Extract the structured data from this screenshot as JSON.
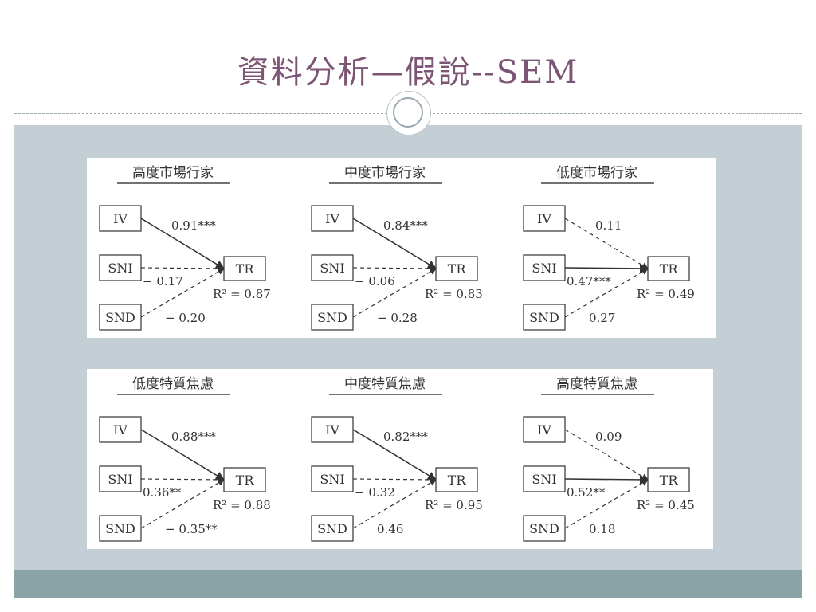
{
  "slide": {
    "title": "資料分析—假說--SEM"
  },
  "panels": [
    {
      "diagrams": [
        {
          "heading": "高度市場行家",
          "r2": "R² = 0.87",
          "paths": {
            "iv": {
              "label": "0.91***",
              "significant": true
            },
            "sni": {
              "label": "− 0.17",
              "significant": false
            },
            "snd": {
              "label": "− 0.20",
              "significant": false
            }
          }
        },
        {
          "heading": "中度市場行家",
          "r2": "R² = 0.83",
          "paths": {
            "iv": {
              "label": "0.84***",
              "significant": true
            },
            "sni": {
              "label": "− 0.06",
              "significant": false
            },
            "snd": {
              "label": "− 0.28",
              "significant": false
            }
          }
        },
        {
          "heading": "低度市場行家",
          "r2": "R² = 0.49",
          "paths": {
            "iv": {
              "label": "0.11",
              "significant": false
            },
            "sni": {
              "label": "0.47***",
              "significant": true
            },
            "snd": {
              "label": "0.27",
              "significant": false
            }
          }
        }
      ]
    },
    {
      "diagrams": [
        {
          "heading": "低度特質焦慮",
          "r2": "R² = 0.88",
          "paths": {
            "iv": {
              "label": "0.88***",
              "significant": true
            },
            "sni": {
              "label": "0.36**",
              "significant": false
            },
            "snd": {
              "label": "− 0.35**",
              "significant": false
            }
          }
        },
        {
          "heading": "中度特質焦慮",
          "r2": "R² = 0.95",
          "paths": {
            "iv": {
              "label": "0.82***",
              "significant": true
            },
            "sni": {
              "label": "− 0.32",
              "significant": false
            },
            "snd": {
              "label": "0.46",
              "significant": false
            }
          }
        },
        {
          "heading": "高度特質焦慮",
          "r2": "R² = 0.45",
          "paths": {
            "iv": {
              "label": "0.09",
              "significant": false
            },
            "sni": {
              "label": "0.52**",
              "significant": true
            },
            "snd": {
              "label": "0.18",
              "significant": false
            }
          }
        }
      ]
    }
  ],
  "nodes": {
    "iv": "IV",
    "sni": "SNI",
    "snd": "SND",
    "tr": "TR"
  },
  "colors": {
    "title": "#7d5574",
    "content_bg": "#c3cfd4",
    "footer_bar": "#8aa3a6"
  }
}
